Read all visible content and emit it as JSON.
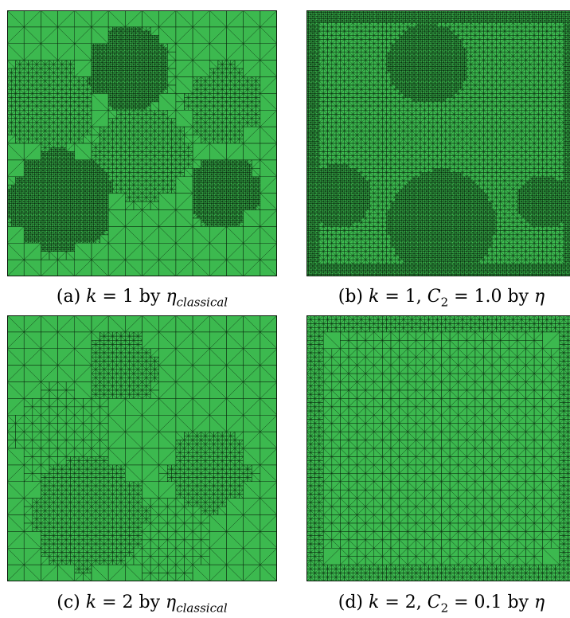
{
  "colors": {
    "fill": "#3cb94f",
    "dark_fill": "#2a8a3a",
    "line": "#0b2a10",
    "border": "#0a1a0a"
  },
  "panels": [
    {
      "id": "a",
      "label": "(a)",
      "parts": [
        [
          "k = 1 by ",
          "",
          ""
        ],
        [
          "η",
          "classical",
          "i"
        ]
      ],
      "caption": "(a) k = 1 by η_classical"
    },
    {
      "id": "b",
      "label": "(b)",
      "caption": "(b) k = 1, C_2 = 1.0 by η"
    },
    {
      "id": "c",
      "label": "(c)",
      "caption": "(c) k = 2 by η_classical"
    },
    {
      "id": "d",
      "label": "(d)",
      "caption": "(d) k = 2, C_2 = 0.1 by η"
    }
  ]
}
